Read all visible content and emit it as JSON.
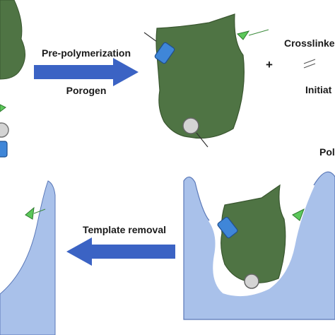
{
  "labels": {
    "pre_polymerization": "Pre-polymerization",
    "porogen": "Porogen",
    "plus": "+",
    "crosslinker": "Crosslinke",
    "initiator": "Initiat",
    "polymer": "Pol",
    "template_removal": "Template removal"
  },
  "colors": {
    "template": "#4f7444",
    "arrow": "#3b63c4",
    "polymer": "#a9c1ea",
    "monomer_blue": "#3f86d8",
    "monomer_green": "#5cc85a",
    "monomer_gray": "#d4d4d4"
  }
}
